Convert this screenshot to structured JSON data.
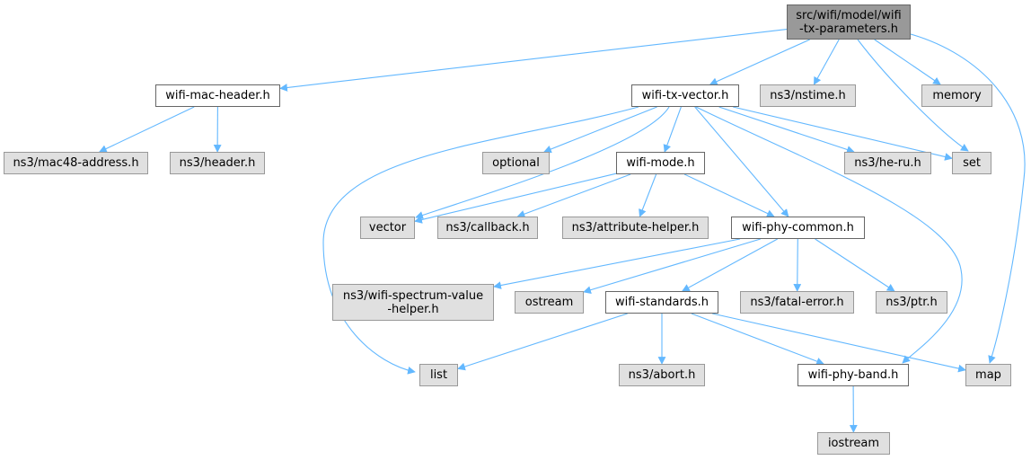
{
  "colors": {
    "edge": "#63b8ff",
    "root_fill": "#999999",
    "file_fill": "#ffffff",
    "system_fill": "#e0e0e0",
    "border": "#666666"
  },
  "nodes": {
    "root": {
      "label": "src/wifi/model/wifi\n-tx-parameters.h",
      "kind": "root"
    },
    "wifi_mac_header": {
      "label": "wifi-mac-header.h",
      "kind": "file"
    },
    "wifi_tx_vector": {
      "label": "wifi-tx-vector.h",
      "kind": "file"
    },
    "nstime": {
      "label": "ns3/nstime.h",
      "kind": "system"
    },
    "memory": {
      "label": "memory",
      "kind": "system"
    },
    "mac48": {
      "label": "ns3/mac48-address.h",
      "kind": "system"
    },
    "header": {
      "label": "ns3/header.h",
      "kind": "system"
    },
    "optional": {
      "label": "optional",
      "kind": "system"
    },
    "wifi_mode": {
      "label": "wifi-mode.h",
      "kind": "file"
    },
    "he_ru": {
      "label": "ns3/he-ru.h",
      "kind": "system"
    },
    "set": {
      "label": "set",
      "kind": "system"
    },
    "vector": {
      "label": "vector",
      "kind": "system"
    },
    "callback": {
      "label": "ns3/callback.h",
      "kind": "system"
    },
    "attribute_helper": {
      "label": "ns3/attribute-helper.h",
      "kind": "system"
    },
    "wifi_phy_common": {
      "label": "wifi-phy-common.h",
      "kind": "file"
    },
    "spectrum_value_helper": {
      "label": "ns3/wifi-spectrum-value\n-helper.h",
      "kind": "system"
    },
    "ostream": {
      "label": "ostream",
      "kind": "system"
    },
    "wifi_standards": {
      "label": "wifi-standards.h",
      "kind": "file"
    },
    "fatal_error": {
      "label": "ns3/fatal-error.h",
      "kind": "system"
    },
    "ptr": {
      "label": "ns3/ptr.h",
      "kind": "system"
    },
    "list": {
      "label": "list",
      "kind": "system"
    },
    "abort": {
      "label": "ns3/abort.h",
      "kind": "system"
    },
    "wifi_phy_band": {
      "label": "wifi-phy-band.h",
      "kind": "file"
    },
    "map": {
      "label": "map",
      "kind": "system"
    },
    "iostream": {
      "label": "iostream",
      "kind": "system"
    }
  },
  "edges": [
    [
      "root",
      "wifi_mac_header"
    ],
    [
      "root",
      "wifi_tx_vector"
    ],
    [
      "root",
      "nstime"
    ],
    [
      "root",
      "memory"
    ],
    [
      "root",
      "set"
    ],
    [
      "root",
      "map"
    ],
    [
      "wifi_mac_header",
      "mac48"
    ],
    [
      "wifi_mac_header",
      "header"
    ],
    [
      "wifi_tx_vector",
      "optional"
    ],
    [
      "wifi_tx_vector",
      "wifi_mode"
    ],
    [
      "wifi_tx_vector",
      "he_ru"
    ],
    [
      "wifi_tx_vector",
      "set"
    ],
    [
      "wifi_tx_vector",
      "vector"
    ],
    [
      "wifi_tx_vector",
      "list"
    ],
    [
      "wifi_tx_vector",
      "wifi_phy_common"
    ],
    [
      "wifi_tx_vector",
      "wifi_phy_band"
    ],
    [
      "wifi_mode",
      "vector"
    ],
    [
      "wifi_mode",
      "callback"
    ],
    [
      "wifi_mode",
      "attribute_helper"
    ],
    [
      "wifi_mode",
      "wifi_phy_common"
    ],
    [
      "wifi_phy_common",
      "spectrum_value_helper"
    ],
    [
      "wifi_phy_common",
      "ostream"
    ],
    [
      "wifi_phy_common",
      "wifi_standards"
    ],
    [
      "wifi_phy_common",
      "fatal_error"
    ],
    [
      "wifi_phy_common",
      "ptr"
    ],
    [
      "wifi_standards",
      "list"
    ],
    [
      "wifi_standards",
      "abort"
    ],
    [
      "wifi_standards",
      "wifi_phy_band"
    ],
    [
      "wifi_standards",
      "map"
    ],
    [
      "wifi_phy_band",
      "iostream"
    ]
  ]
}
